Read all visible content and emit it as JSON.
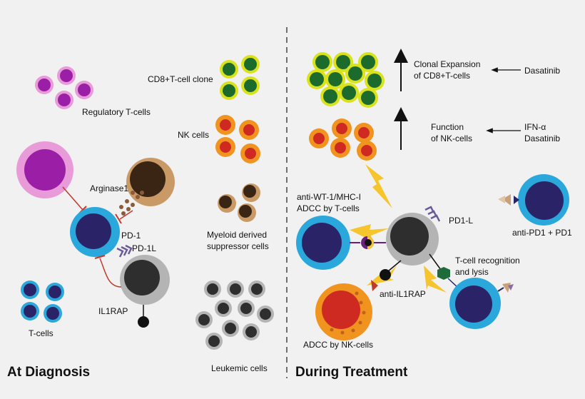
{
  "sections": {
    "diagnosis": "At Diagnosis",
    "treatment": "During Treatment"
  },
  "left": {
    "regulatory": "Regulatory T-cells",
    "arginase": "Arginase1",
    "pd1": "PD-1",
    "pd1l": "PD-1L",
    "il1rap": "IL1RAP",
    "tcells": "T-cells"
  },
  "middle": {
    "cd8_clone": "CD8+T-cell clone",
    "nk_cells": "NK cells",
    "mdsc_line1": "Myeloid derived",
    "mdsc_line2": "suppressor cells",
    "leukemic": "Leukemic cells"
  },
  "right": {
    "clonal_line1": "Clonal Expansion",
    "clonal_line2": "of CD8+T-cells",
    "dasatinib_top": "Dasatinib",
    "function_line1": "Function",
    "function_line2": "of NK-cells",
    "ifn": "IFN-α",
    "dasatinib_mid": "Dasatinib",
    "wt1_line1": "anti-WT-1/MHC-I",
    "wt1_line2": "ADCC by T-cells",
    "pd1l": "PD1-L",
    "anti_pd1": "anti-PD1 + PD1",
    "recog_line1": "T-cell recognition",
    "recog_line2": "and lysis",
    "anti_il1rap": "anti-IL1RAP",
    "adcc_nk": "ADCC by NK-cells"
  },
  "colors": {
    "background": "#f1f1f1",
    "treg": "#9b1fa6",
    "treg_ring": "#e89ad9",
    "tcell_ring": "#2aa7db",
    "tcell_core": "#2a2368",
    "cd8_core": "#1d6b2c",
    "cd8_ring": "#d9e21b",
    "nk_core": "#cf2a22",
    "nk_ring": "#f0941f",
    "mdsc_core": "#3a2515",
    "mdsc_ring": "#c99a66",
    "leukemic_core": "#2e2e2e",
    "leukemic_ring": "#b4b4b4",
    "arrow_yellow": "#f6c42d",
    "inhibit_red": "#c0392b"
  }
}
